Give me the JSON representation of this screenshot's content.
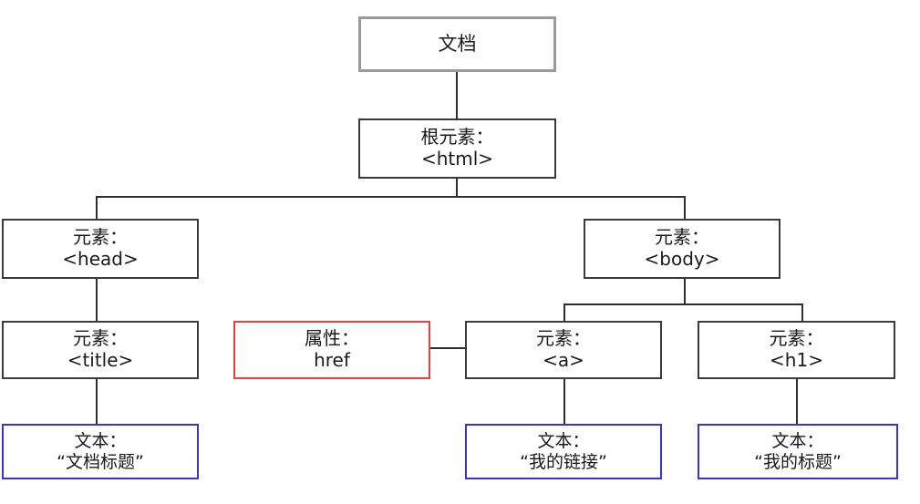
{
  "diagram": {
    "title_node": "文档",
    "type": "dom-tree",
    "colors": {
      "document_border": "#9b9b9b",
      "element_border": "#3a3a3a",
      "attribute_border": "#e8413c",
      "text_border": "#3b34cf",
      "connector": "#2e2e2e",
      "background": "#ffffff"
    },
    "nodes": {
      "document": {
        "line1": "文档",
        "line2": ""
      },
      "html": {
        "line1": "根元素：",
        "line2": "<html>"
      },
      "head": {
        "line1": "元素：",
        "line2": "<head>"
      },
      "body": {
        "line1": "元素：",
        "line2": "<body>"
      },
      "title": {
        "line1": "元素：",
        "line2": "<title>"
      },
      "href": {
        "line1": "属性：",
        "line2": "href"
      },
      "a": {
        "line1": "元素：",
        "line2": "<a>"
      },
      "h1": {
        "line1": "元素：",
        "line2": "<h1>"
      },
      "title_text": {
        "line1": "文本：",
        "line2": "“文档标题”"
      },
      "a_text": {
        "line1": "文本：",
        "line2": "“我的链接”"
      },
      "h1_text": {
        "line1": "文本：",
        "line2": "“我的标题”"
      }
    }
  }
}
